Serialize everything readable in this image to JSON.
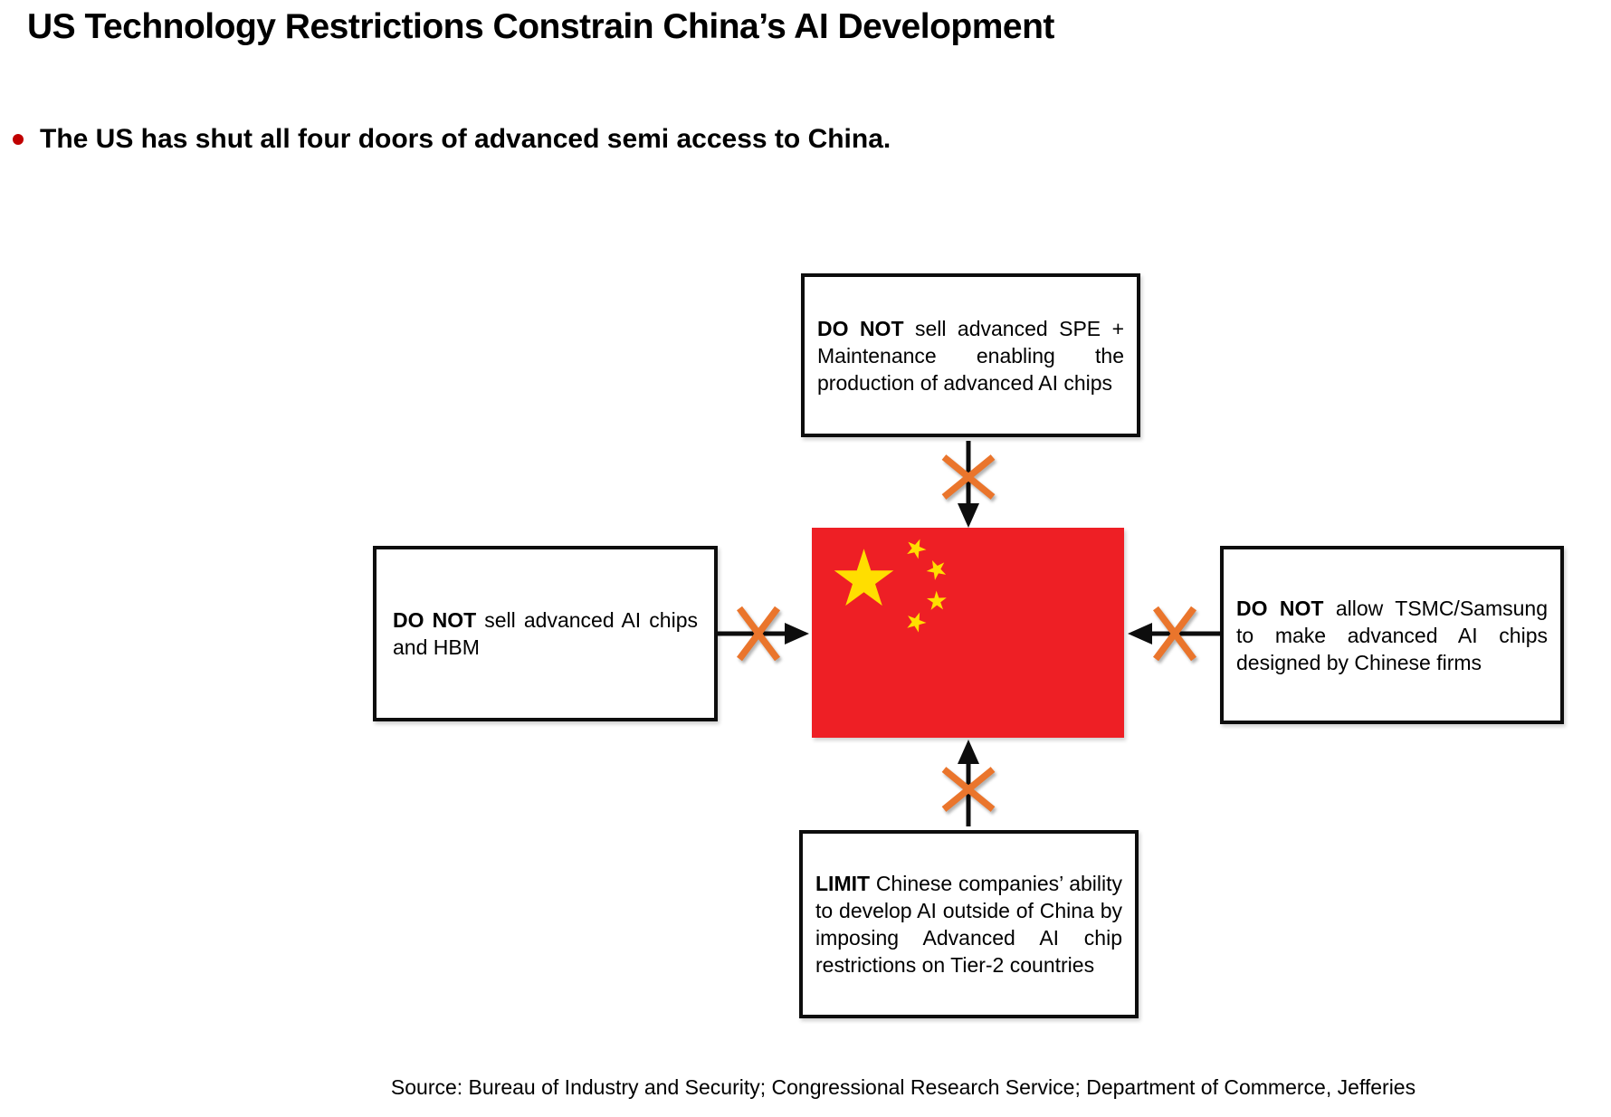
{
  "slide": {
    "title": "US Technology Restrictions Constrain China’s AI Development",
    "bullet_text": "The US has shut all four doors of advanced semi access to China.",
    "source_line": "Source: Bureau of Industry and Security; Congressional Research Service; Department of Commerce, Jefferies"
  },
  "diagram": {
    "center": "china-flag",
    "boxes": {
      "top": {
        "lead": "DO NOT",
        "rest": "sell advanced SPE + Maintenance enabling the production of advanced AI chips"
      },
      "left": {
        "lead": "DO NOT",
        "rest": "sell advanced AI chips and HBM"
      },
      "right": {
        "lead": "DO NOT",
        "rest": "allow TSMC/Samsung to make advanced AI chips designed by Chinese firms"
      },
      "bottom": {
        "lead": "LIMIT",
        "rest": "Chinese companies’ ability to develop AI outside of China by imposing Advanced AI chip restrictions on Tier-2 countries"
      }
    },
    "colors": {
      "flag_red": "#EE1F25",
      "star_yellow": "#FFDE00",
      "cross_orange": "#EA752C",
      "ink_black": "#0D0D0D",
      "bullet_red": "#C00000"
    }
  }
}
